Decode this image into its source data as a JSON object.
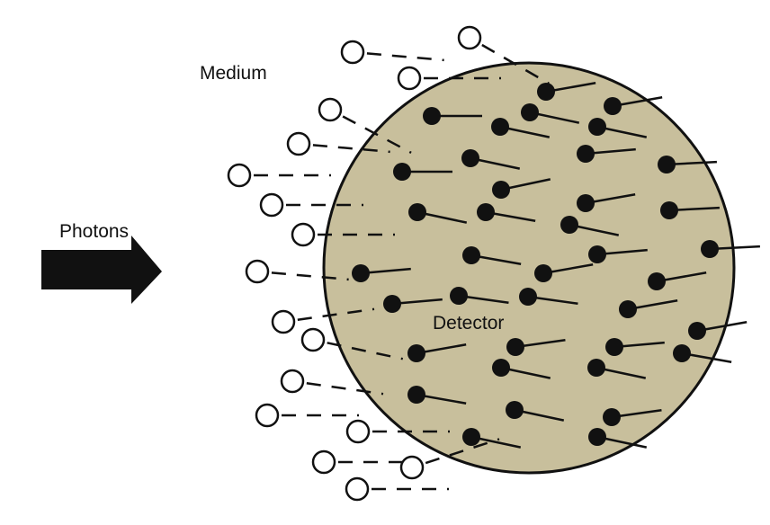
{
  "labels": {
    "medium": "Medium",
    "photons": "Photons",
    "detector": "Detector"
  },
  "colors": {
    "detector_fill": "#c8bf9c",
    "stroke": "#111111",
    "background": "#ffffff"
  }
}
